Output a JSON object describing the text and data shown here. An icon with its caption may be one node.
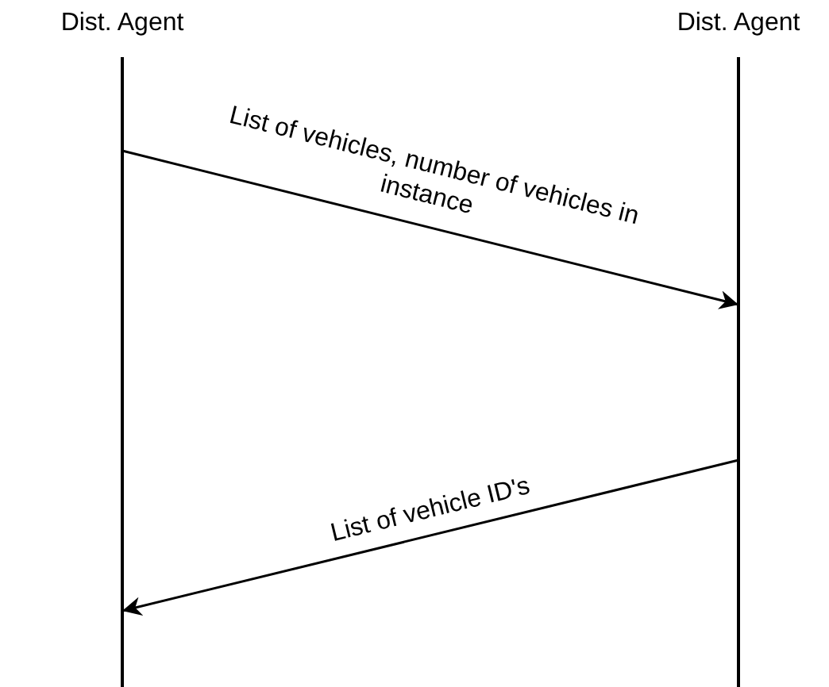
{
  "diagram": {
    "nodes": [
      {
        "text": [
          "Dist. Agent"
        ]
      },
      {
        "text": [
          "Dist. Agent"
        ]
      }
    ],
    "edges": [
      {
        "from": 0,
        "to": 1,
        "arrow": "to",
        "label": "List of vehicles, number of vehicles in instance"
      },
      {
        "from": 1,
        "to": 0,
        "arrow": "to",
        "label": "List of vehicle ID's"
      }
    ]
  }
}
